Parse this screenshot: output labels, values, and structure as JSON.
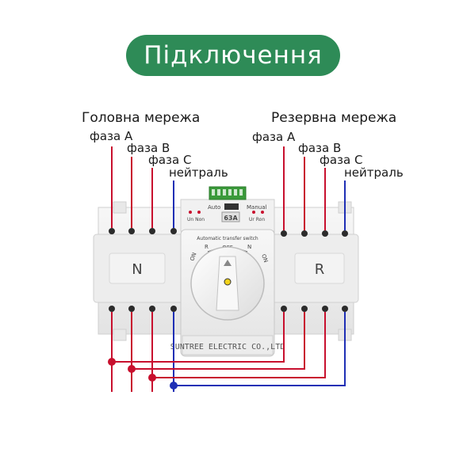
{
  "title": "Підключення",
  "main_network": {
    "title": "Головна мережа",
    "phase_a": "фаза A",
    "phase_b": "фаза B",
    "phase_c": "фаза C",
    "neutral": "нейтраль"
  },
  "backup_network": {
    "title": "Резервна мережа",
    "phase_a": "фаза A",
    "phase_b": "фаза B",
    "phase_c": "фаза C",
    "neutral": "нейтраль"
  },
  "device": {
    "brand": "SUNTREE ELECTRIC CO.,LTD",
    "rating": "63A",
    "mode_auto": "Auto",
    "mode_manual": "Manual",
    "indicator_left": "Un Non",
    "indicator_right": "Ur Ron",
    "switch_title": "Automatic transfer switch",
    "pos_off": "OFF",
    "pos_r": "R",
    "pos_n": "N",
    "pos_on_left": "ON",
    "pos_on_right": "ON",
    "left_block_mark": "N",
    "right_block_mark": "R"
  },
  "colors": {
    "badge": "#2e8b57",
    "phase_wire": "#c8102e",
    "neutral_wire": "#1f2fb5"
  }
}
